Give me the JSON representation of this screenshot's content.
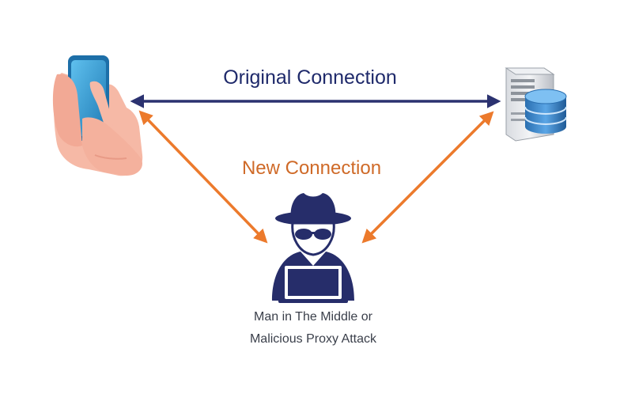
{
  "labels": {
    "original_connection": "Original Connection",
    "new_connection": "New Connection",
    "attacker_line1": "Man in The Middle or",
    "attacker_line2": "Malicious Proxy Attack"
  },
  "colors": {
    "original_arrow": "#2b3270",
    "new_arrow": "#ec7a2c",
    "attacker": "#262d6a",
    "original_text": "#1f2a6b",
    "new_text": "#cf6a28"
  },
  "icons": {
    "client": "smartphone-in-hand-icon",
    "server": "server-database-icon",
    "attacker": "hacker-spy-icon"
  }
}
